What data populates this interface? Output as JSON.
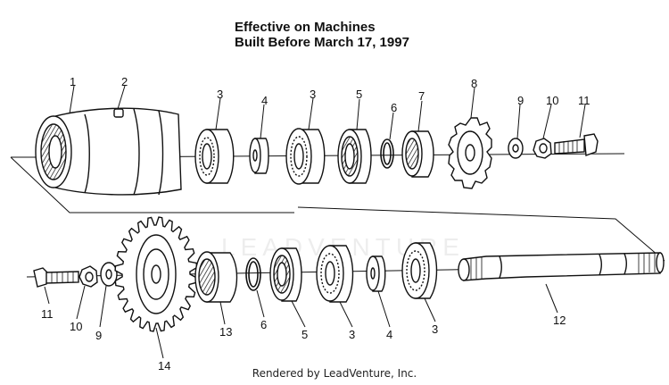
{
  "title": {
    "line1": "Effective on Machines",
    "line2": "Built Before March 17, 1997"
  },
  "footer": "Rendered by LeadVenture, Inc.",
  "watermark": "LEADVENTURE",
  "callouts": {
    "top": [
      "1",
      "2",
      "3",
      "4",
      "3",
      "5",
      "6",
      "7",
      "8",
      "9",
      "10",
      "11"
    ],
    "bottom": [
      "11",
      "10",
      "9",
      "14",
      "13",
      "6",
      "5",
      "3",
      "4",
      "3",
      "12"
    ]
  }
}
